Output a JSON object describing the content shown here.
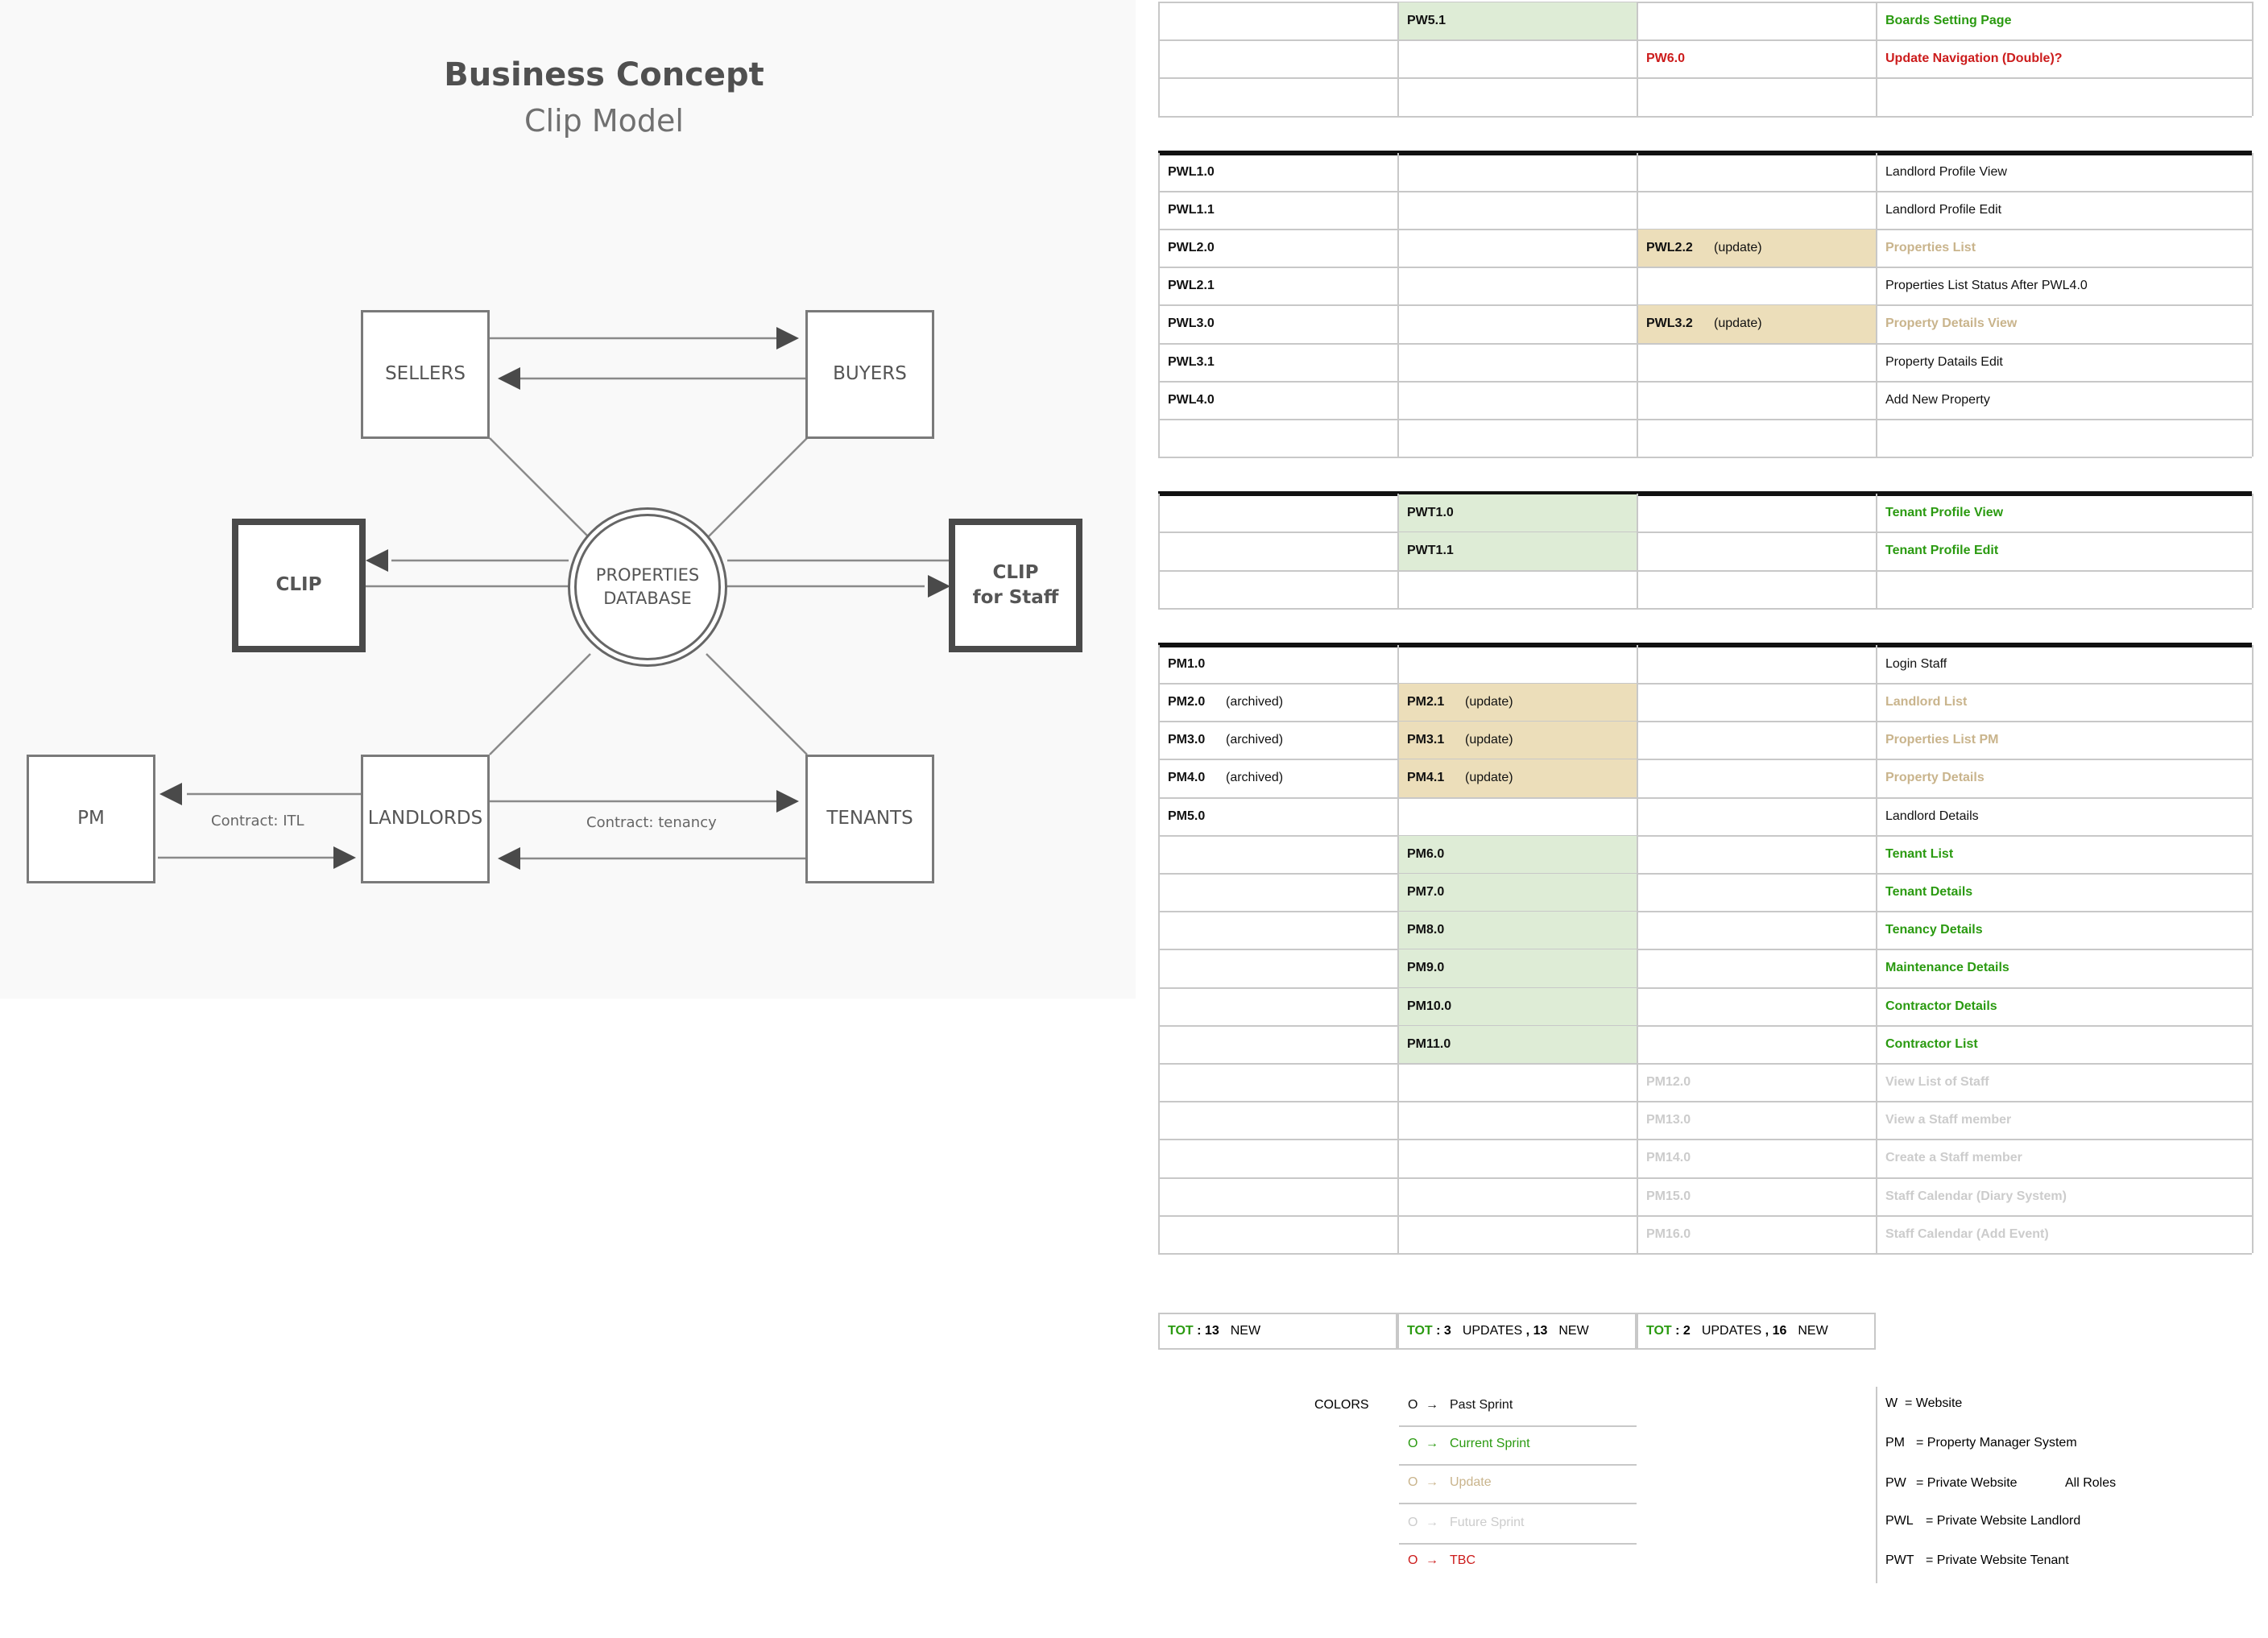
{
  "diagram": {
    "title": "Business Concept",
    "subtitle": "Clip Model",
    "nodes": {
      "sellers": "SELLERS",
      "buyers": "BUYERS",
      "clip": "CLIP",
      "clip_staff_line1": "CLIP",
      "clip_staff_line2": "for Staff",
      "db_line1": "PROPERTIES",
      "db_line2": "DATABASE",
      "pm": "PM",
      "landlords": "LANDLORDS",
      "tenants": "TENANTS"
    },
    "edges": {
      "pm_landlords": "Contract: ITL",
      "landlords_tenants": "Contract: tenancy"
    }
  },
  "table": {
    "rows": [
      {
        "c2": "PW5.1",
        "c2_fill": "green",
        "c4": "Boards Setting Page",
        "c4_color": "green"
      },
      {
        "c3": "PW6.0",
        "c3_color": "red",
        "c4": "Update Navigation (Double)?",
        "c4_color": "red"
      },
      {},
      {
        "sep": true
      },
      {
        "c1": "PWL1.0",
        "c4": "Landlord Profile View",
        "c4_color": "black"
      },
      {
        "c1": "PWL1.1",
        "c4": "Landlord Profile Edit",
        "c4_color": "black"
      },
      {
        "c1": "PWL2.0",
        "c3": "PWL2.2",
        "c3_note": "(update)",
        "c3_fill": "tan",
        "c4": "Properties List",
        "c4_color": "tan"
      },
      {
        "c1": "PWL2.1",
        "c4": "Properties List Status After PWL4.0",
        "c4_color": "black"
      },
      {
        "c1": "PWL3.0",
        "c3": "PWL3.2",
        "c3_note": "(update)",
        "c3_fill": "tan",
        "c4": "Property Details View",
        "c4_color": "tan"
      },
      {
        "c1": "PWL3.1",
        "c4": "Property Datails Edit",
        "c4_color": "black"
      },
      {
        "c1": "PWL4.0",
        "c4": "Add New Property",
        "c4_color": "black"
      },
      {},
      {
        "sep": true
      },
      {
        "c2": "PWT1.0",
        "c2_fill": "green",
        "c4": "Tenant Profile View",
        "c4_color": "green"
      },
      {
        "c2": "PWT1.1",
        "c2_fill": "green",
        "c4": "Tenant Profile Edit",
        "c4_color": "green"
      },
      {},
      {
        "sep": true
      },
      {
        "c1": "PM1.0",
        "c4": "Login Staff",
        "c4_color": "black"
      },
      {
        "c1": "PM2.0",
        "c1_note": "(archived)",
        "c2": "PM2.1",
        "c2_note": "(update)",
        "c2_fill": "tan",
        "c4": "Landlord List",
        "c4_color": "tan"
      },
      {
        "c1": "PM3.0",
        "c1_note": "(archived)",
        "c2": "PM3.1",
        "c2_note": "(update)",
        "c2_fill": "tan",
        "c4": "Properties List PM",
        "c4_color": "tan"
      },
      {
        "c1": "PM4.0",
        "c1_note": "(archived)",
        "c2": "PM4.1",
        "c2_note": "(update)",
        "c2_fill": "tan",
        "c4": "Property Details",
        "c4_color": "tan"
      },
      {
        "c1": "PM5.0",
        "c4": "Landlord Details",
        "c4_color": "black"
      },
      {
        "c2": "PM6.0",
        "c2_fill": "green",
        "c4": "Tenant List",
        "c4_color": "green"
      },
      {
        "c2": "PM7.0",
        "c2_fill": "green",
        "c4": "Tenant Details",
        "c4_color": "green"
      },
      {
        "c2": "PM8.0",
        "c2_fill": "green",
        "c4": "Tenancy Details",
        "c4_color": "green"
      },
      {
        "c2": "PM9.0",
        "c2_fill": "green",
        "c4": "Maintenance Details",
        "c4_color": "green"
      },
      {
        "c2": "PM10.0",
        "c2_fill": "green",
        "c4": "Contractor Details",
        "c4_color": "green"
      },
      {
        "c2": "PM11.0",
        "c2_fill": "green",
        "c4": "Contractor List",
        "c4_color": "green"
      },
      {
        "c3": "PM12.0",
        "c3_color": "gray",
        "c4": "View List of Staff",
        "c4_color": "gray"
      },
      {
        "c3": "PM13.0",
        "c3_color": "gray",
        "c4": "View a Staff member",
        "c4_color": "gray"
      },
      {
        "c3": "PM14.0",
        "c3_color": "gray",
        "c4": "Create a Staff member",
        "c4_color": "gray"
      },
      {
        "c3": "PM15.0",
        "c3_color": "gray",
        "c4": "Staff Calendar (Diary System)",
        "c4_color": "gray"
      },
      {
        "c3": "PM16.0",
        "c3_color": "gray",
        "c4": "Staff Calendar (Add Event)",
        "c4_color": "gray"
      }
    ],
    "totals": [
      {
        "label": "TOT",
        "parts": [
          {
            "num": "13",
            "word": "NEW"
          }
        ]
      },
      {
        "label": "TOT",
        "parts": [
          {
            "num": "3",
            "word": "UPDATES"
          },
          {
            "num": "13",
            "word": "NEW"
          }
        ]
      },
      {
        "label": "TOT",
        "parts": [
          {
            "num": "2",
            "word": "UPDATES"
          },
          {
            "num": "16",
            "word": "NEW"
          }
        ]
      }
    ]
  },
  "legend": {
    "colors_label": "COLORS",
    "symbol": "O",
    "arrow": "→",
    "items": [
      {
        "label": "Past Sprint",
        "color": "black"
      },
      {
        "label": "Current Sprint",
        "color": "green"
      },
      {
        "label": "Update",
        "color": "tan"
      },
      {
        "label": "Future Sprint",
        "color": "gray"
      },
      {
        "label": "TBC",
        "color": "red"
      }
    ],
    "abbreviations": [
      {
        "key": "W",
        "value": "= Website",
        "extra": ""
      },
      {
        "key": "PM",
        "value": "= Property Manager System",
        "extra": ""
      },
      {
        "key": "PW",
        "value": "= Private Website",
        "extra": "All Roles"
      },
      {
        "key": "PWL",
        "value": "= Private Website Landlord",
        "extra": ""
      },
      {
        "key": "PWT",
        "value": "= Private Website Tenant",
        "extra": ""
      }
    ]
  },
  "colors": {
    "green": "#2a9a10",
    "red": "#cc1c1c",
    "tan": "#c9b48c",
    "gray": "#cccccc",
    "green_fill": "#deecd6",
    "tan_fill": "#ecdeba"
  }
}
